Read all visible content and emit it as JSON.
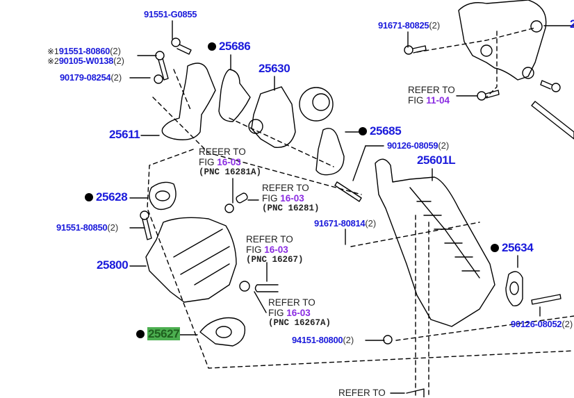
{
  "diagram": {
    "colors": {
      "part_number": "#1a1adb",
      "figure_ref": "#8a2be2",
      "highlight": "#4caf50",
      "line": "#000000"
    },
    "callouts": {
      "p91551G0855": {
        "number": "91551-G0855",
        "qty": ""
      },
      "p25686": {
        "number": "25686",
        "dot": true
      },
      "p91551_80860": {
        "mark": "※1",
        "number": "91551-80860",
        "qty": "(2)"
      },
      "p90105_W0138": {
        "mark": "※2",
        "number": "90105-W0138",
        "qty": "(2)"
      },
      "p90179_08254": {
        "number": "90179-08254",
        "qty": "(2)"
      },
      "p25630": {
        "number": "25630"
      },
      "p25611": {
        "number": "25611"
      },
      "p25685": {
        "number": "25685",
        "dot": true
      },
      "p90126_08059": {
        "number": "90126-08059",
        "qty": "(2)"
      },
      "p25601L": {
        "number": "25601L"
      },
      "p91671_80825": {
        "number": "91671-80825",
        "qty": "(2)"
      },
      "p25628": {
        "number": "25628",
        "dot": true
      },
      "p91551_80850": {
        "number": "91551-80850",
        "qty": "(2)"
      },
      "p25800": {
        "number": "25800"
      },
      "p91671_80814": {
        "number": "91671-80814",
        "qty": "(2)"
      },
      "p25634": {
        "number": "25634",
        "dot": true
      },
      "p90126_08052": {
        "number": "90126-08052",
        "qty": "(2)"
      },
      "p25627": {
        "number": "25627",
        "dot": true,
        "highlighted": true
      },
      "p94151_80800": {
        "number": "94151-80800",
        "qty": "(2)"
      },
      "p_right_edge": {
        "number": "2"
      }
    },
    "references": [
      {
        "refer": "REFER TO",
        "fig_prefix": "FIG ",
        "fig": "11-04",
        "pnc": ""
      },
      {
        "refer": "REFER TO",
        "fig_prefix": "FIG ",
        "fig": "16-03",
        "pnc": "(PNC 16281A)"
      },
      {
        "refer": "REFER TO",
        "fig_prefix": "FIG ",
        "fig": "16-03",
        "pnc": "(PNC 16281)"
      },
      {
        "refer": "REFER TO",
        "fig_prefix": "FIG ",
        "fig": "16-03",
        "pnc": "(PNC 16267)"
      },
      {
        "refer": "REFER TO",
        "fig_prefix": "FIG ",
        "fig": "16-03",
        "pnc": "(PNC 16267A)"
      },
      {
        "refer": "REFER TO",
        "fig_prefix": "",
        "fig": "",
        "pnc": ""
      }
    ]
  }
}
